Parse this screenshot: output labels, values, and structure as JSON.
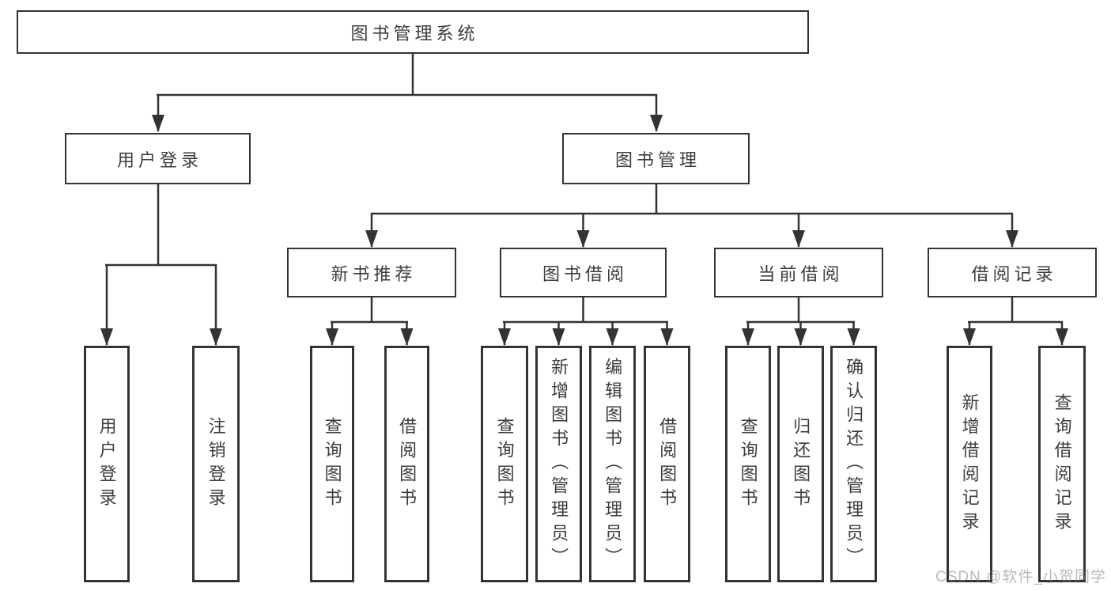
{
  "diagram": {
    "root": {
      "label": "图书管理系统"
    },
    "level2": [
      {
        "label": "用户登录"
      },
      {
        "label": "图书管理"
      }
    ],
    "level3": [
      {
        "label": "新书推荐"
      },
      {
        "label": "图书借阅"
      },
      {
        "label": "当前借阅"
      },
      {
        "label": "借阅记录"
      }
    ],
    "leaves": {
      "login": [
        "用户登录",
        "注销登录"
      ],
      "recommend": [
        "查询图书",
        "借阅图书"
      ],
      "borrow": [
        "查询图书",
        "新增图书（管理员）",
        "编辑图书（管理员）",
        "借阅图书"
      ],
      "current": [
        "查询图书",
        "归还图书",
        "确认归还（管理员）"
      ],
      "records": [
        "新增借阅记录",
        "查询借阅记录"
      ]
    },
    "colors": {
      "line": "#333333",
      "text": "#3d3d3d",
      "watermark_gray": "#bdbdbd"
    },
    "watermark": "CSDN @软件_小贺同学"
  }
}
